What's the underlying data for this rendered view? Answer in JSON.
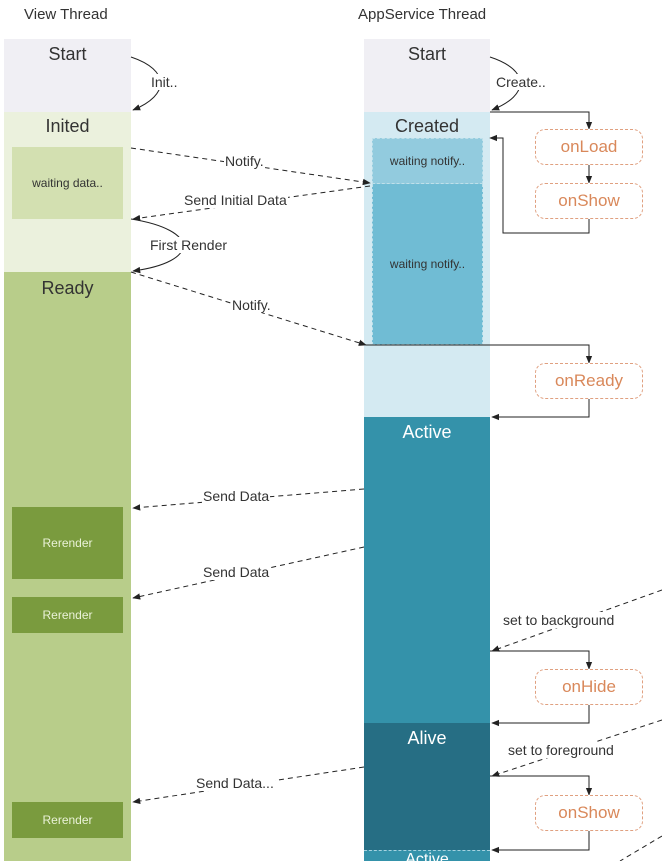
{
  "columns": {
    "view": "View Thread",
    "app": "AppService Thread"
  },
  "view_states": {
    "start": "Start",
    "inited": "Inited",
    "ready": "Ready"
  },
  "view_boxes": {
    "waiting_data": "waiting data..",
    "rerender_1": "Rerender",
    "rerender_2": "Rerender",
    "rerender_3": "Rerender"
  },
  "app_states": {
    "start": "Start",
    "created": "Created",
    "active": "Active",
    "alive": "Alive",
    "active_2": "Active"
  },
  "app_boxes": {
    "waiting_notify_1": "waiting notify..",
    "waiting_notify_2": "waiting notify.."
  },
  "hooks": {
    "on_load": "onLoad",
    "on_show": "onShow",
    "on_ready": "onReady",
    "on_hide": "onHide",
    "on_show_2": "onShow"
  },
  "edges": {
    "init": "Init..",
    "create": "Create..",
    "notify_1": "Notify.",
    "send_initial_data": "Send Initial Data",
    "first_render": "First Render",
    "notify_2": "Notify.",
    "send_data_1": "Send Data",
    "send_data_2": "Send Data",
    "set_background": "set to background",
    "set_foreground": "set to foreground",
    "send_data_3": "Send Data..."
  },
  "colors": {
    "start_bg": "#f0eff4",
    "inited_bg": "#ebf1dd",
    "ready_bg": "#b8cd8a",
    "waiting_data_bg": "#d3e0b1",
    "rerender_bg": "#7a9b3e",
    "created_bg": "#d4eaf2",
    "waiting_notify_1_bg": "#92cbde",
    "waiting_notify_2_bg": "#70bcd4",
    "active_bg": "#3492aa",
    "alive_bg": "#266e84",
    "hook_border": "#e0a080",
    "hook_text": "#d9885a"
  }
}
